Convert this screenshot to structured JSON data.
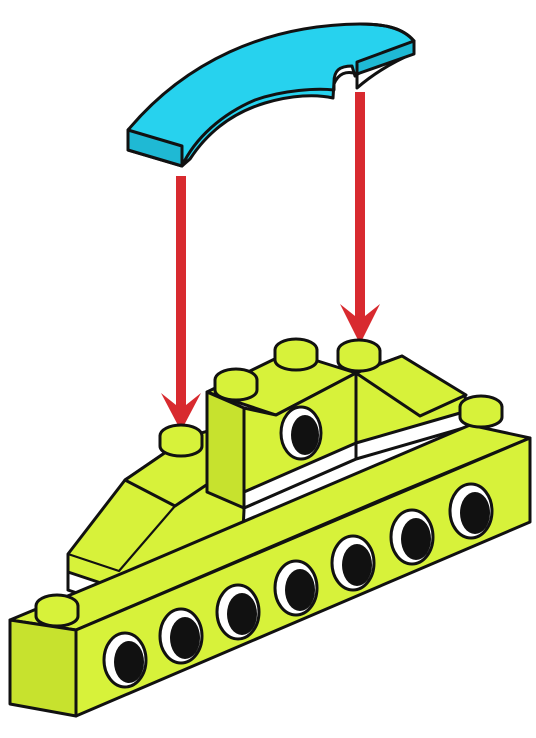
{
  "colors": {
    "background": "#ffffff",
    "lime": "#D7F23A",
    "lime_shade": "#C7E22E",
    "blue": "#27D2EE",
    "blue_shade": "#1FB9D4",
    "red": "#D82A2F",
    "stroke": "#111111",
    "white": "#ffffff"
  },
  "diagram": {
    "type": "assembly-instruction",
    "parts": [
      {
        "name": "curved-slope-brick",
        "color": "blue"
      },
      {
        "name": "upper-slope-brick-left",
        "color": "lime"
      },
      {
        "name": "upper-brick-center",
        "color": "lime"
      },
      {
        "name": "upper-slope-brick-right",
        "color": "lime"
      },
      {
        "name": "technic-beam",
        "color": "lime"
      }
    ],
    "arrows": 2
  }
}
